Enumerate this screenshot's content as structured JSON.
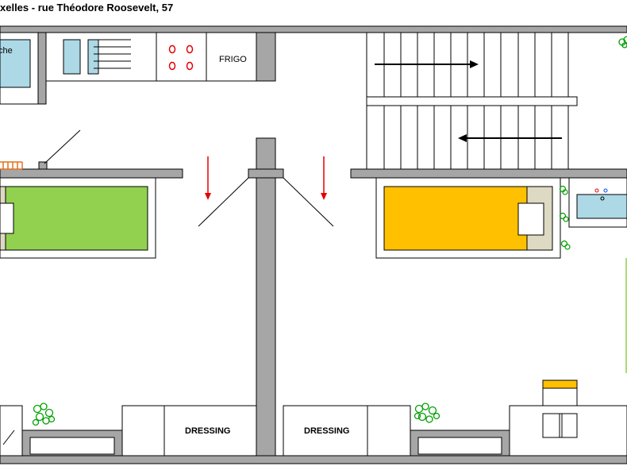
{
  "title": "xelles - rue Théodore Roosevelt, 57",
  "labels": {
    "douche": "che",
    "frigo": "FRIGO",
    "dressing_left": "DRESSING",
    "dressing_right": "DRESSING"
  },
  "colors": {
    "wall": "#a6a6a6",
    "bed_left": "#92d050",
    "bed_right": "#ffc000",
    "fixture_blue": "#add8e6",
    "arrow_red": "#e60000",
    "plant_green": "#00a000",
    "chair_orange": "#e07020",
    "headboard": "#ddd9c3"
  },
  "icons": [
    "plant-icon",
    "stove-burner-icon",
    "door-swing-icon",
    "direction-arrow-icon"
  ]
}
